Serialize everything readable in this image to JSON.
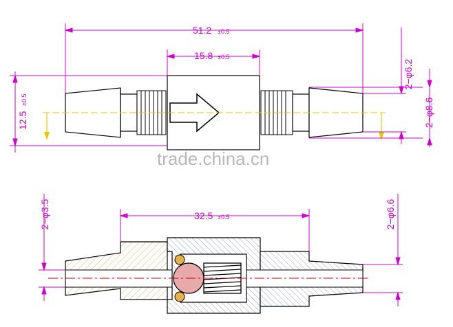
{
  "watermark": "trade.china.cn",
  "colors": {
    "outline": "#000000",
    "dimension": "#d100d1",
    "centerline": "#cc0000",
    "axis_yellow": "#e6c800",
    "hatch_body": "#d9b46a",
    "hatch_cap": "#9aa0b8",
    "ball_fill": "#e7a9a9",
    "oring": "#e8b24a"
  },
  "top_view": {
    "overall_length": "51.2",
    "overall_length_tol": "±0.5",
    "body_length": "15.8",
    "body_length_tol": "±0.5",
    "height": "12.5",
    "height_tol": "±0.5",
    "dia_right_small": "2−φ6.2",
    "dia_right_large": "2−φ8.6"
  },
  "bottom_view": {
    "length": "32.5",
    "length_tol": "±0.5",
    "bore_left": "2−φ3.5",
    "dia_right": "2−φ6.6"
  }
}
